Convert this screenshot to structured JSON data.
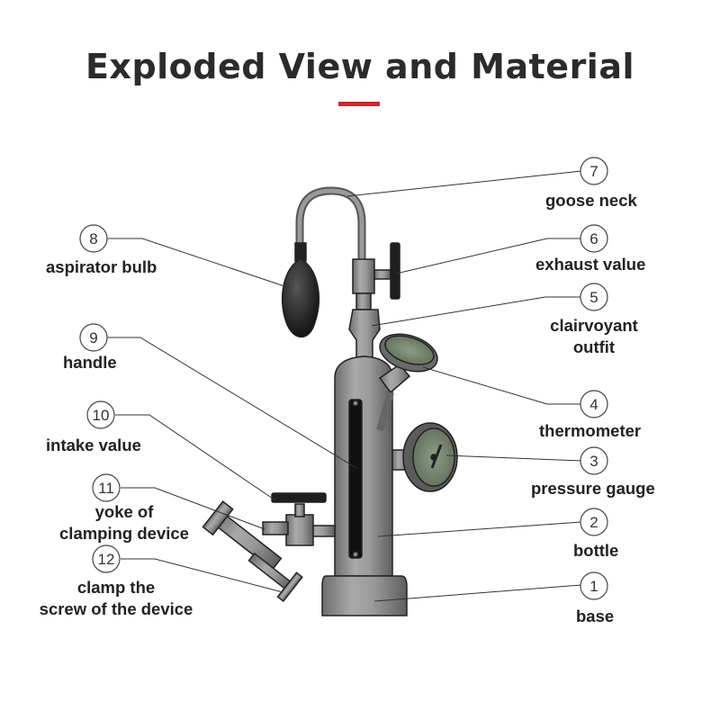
{
  "title": "Exploded View and Material",
  "accent_color": "#c8282d",
  "callouts": [
    {
      "num": "1",
      "label": "base"
    },
    {
      "num": "2",
      "label": "bottle"
    },
    {
      "num": "3",
      "label": "pressure gauge"
    },
    {
      "num": "4",
      "label": "thermometer"
    },
    {
      "num": "5",
      "label_lines": [
        "clairvoyant",
        "outfit"
      ]
    },
    {
      "num": "6",
      "label": "exhaust value"
    },
    {
      "num": "7",
      "label": "goose neck"
    },
    {
      "num": "8",
      "label": "aspirator bulb"
    },
    {
      "num": "9",
      "label": "handle"
    },
    {
      "num": "10",
      "label": "intake value"
    },
    {
      "num": "11",
      "label_lines": [
        "yoke of",
        "clamping device"
      ]
    },
    {
      "num": "12",
      "label_lines": [
        "clamp the",
        "screw of the device"
      ]
    }
  ]
}
